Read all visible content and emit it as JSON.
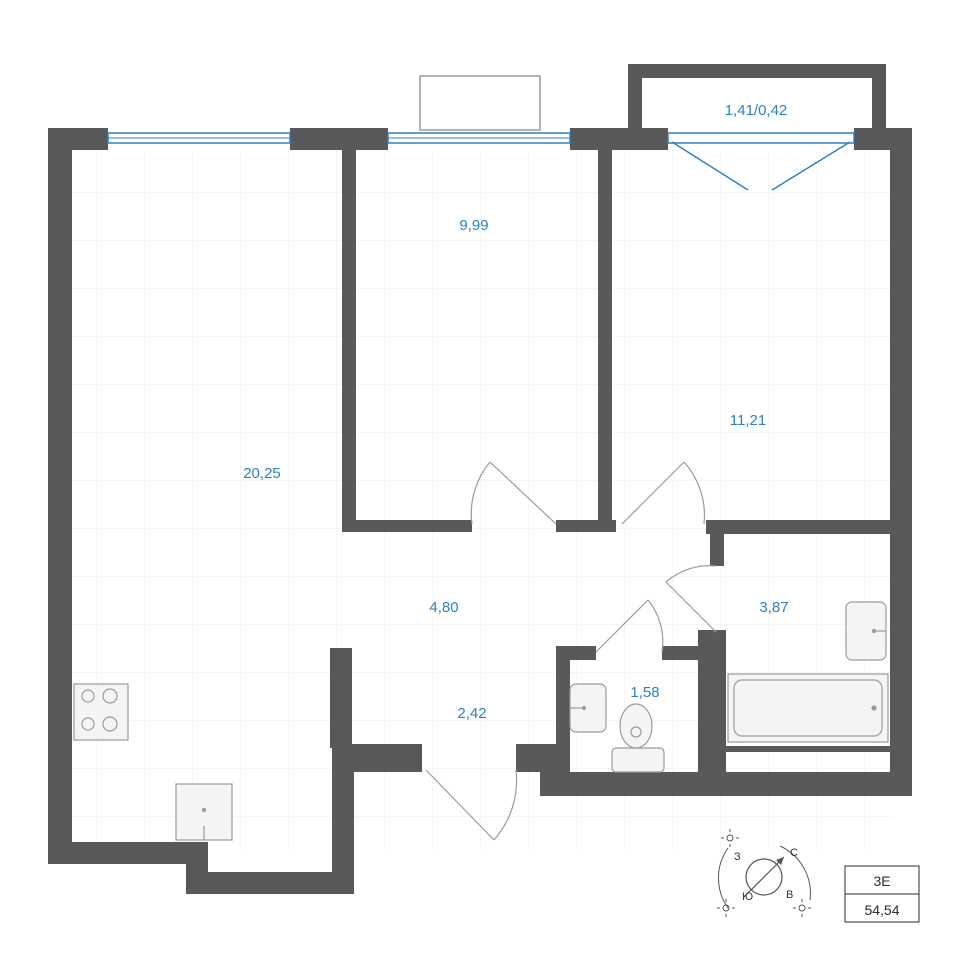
{
  "rooms": {
    "living_kitchen": "20,25",
    "bedroom_1": "9,99",
    "balcony": "1,41/0,42",
    "bedroom_2": "11,21",
    "hallway": "4,80",
    "bathroom": "3,87",
    "toilet": "1,58",
    "entrance": "2,42"
  },
  "info_box": {
    "apartment_code": "3E",
    "total_area": "54,54"
  },
  "compass": {
    "north": "С",
    "south": "Ю",
    "west": "З",
    "east": "В"
  },
  "colors": {
    "wall": "#58595b",
    "label": "#2f7fc1",
    "window": "#2f7fc1",
    "grid": "#e8ecef",
    "fixture": "#9a9a9a"
  }
}
